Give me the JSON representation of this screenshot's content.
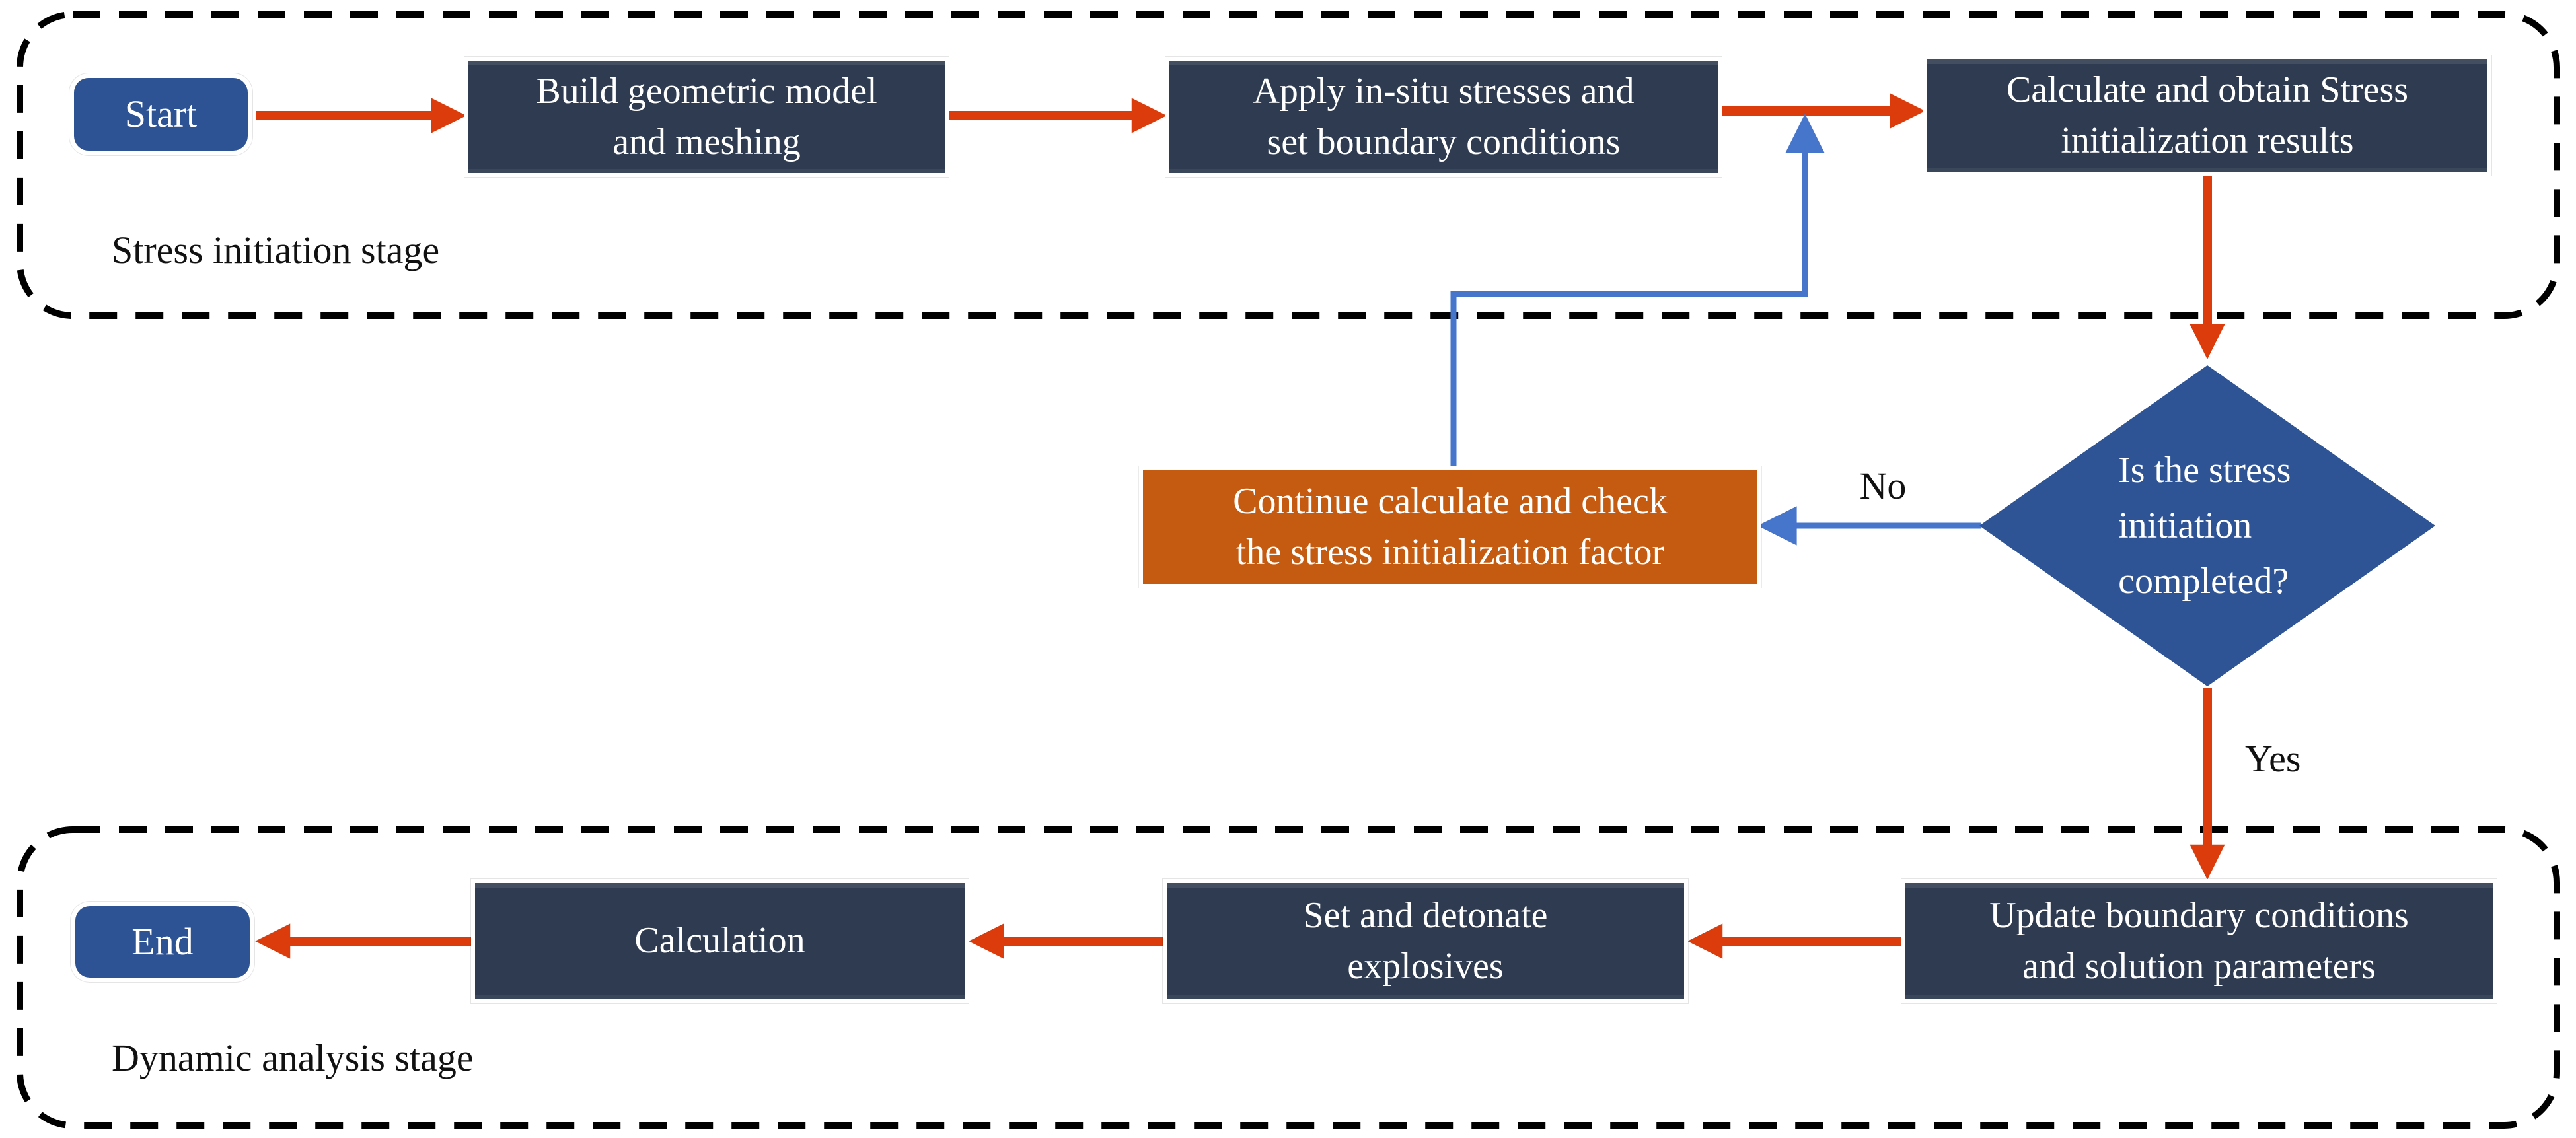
{
  "diagram": {
    "stages": [
      {
        "id": "stress",
        "label": "Stress initiation stage"
      },
      {
        "id": "dynamic",
        "label": "Dynamic analysis stage"
      }
    ],
    "nodes": {
      "start": {
        "type": "terminal",
        "label": "Start"
      },
      "build": {
        "type": "process",
        "label": "Build geometric model\nand meshing"
      },
      "apply": {
        "type": "process",
        "label": "Apply in-situ stresses and\nset boundary conditions"
      },
      "calc_init": {
        "type": "process",
        "label": "Calculate and obtain Stress\ninitialization results"
      },
      "decision": {
        "type": "decision",
        "label": "Is the stress\ninitiation\ncompleted?"
      },
      "continue": {
        "type": "highlight",
        "label": "Continue calculate and check\nthe stress initialization factor"
      },
      "update": {
        "type": "process",
        "label": "Update boundary conditions\nand solution parameters"
      },
      "detonate": {
        "type": "process",
        "label": "Set and detonate\nexplosives"
      },
      "calculation": {
        "type": "process",
        "label": "Calculation"
      },
      "end": {
        "type": "terminal",
        "label": "End"
      }
    },
    "edge_labels": {
      "no": "No",
      "yes": "Yes"
    },
    "colors": {
      "process_fill": "#2E3B50",
      "terminal_fill": "#2E5395",
      "decision_fill": "#2F5496",
      "highlight_fill": "#C55A11",
      "flow_arrow": "#DC3C0C",
      "return_arrow": "#4675CC",
      "frame_border": "#000000",
      "text_light": "#FFFFFF",
      "text_dark": "#111111"
    }
  }
}
